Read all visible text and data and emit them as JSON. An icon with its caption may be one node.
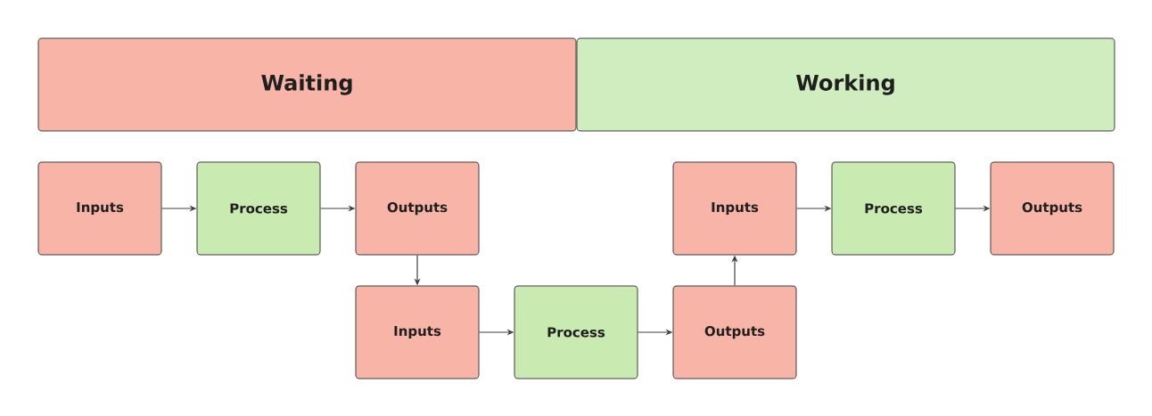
{
  "diagram": {
    "nodes": [
      {
        "text": [
          "Waiting"
        ]
      },
      {
        "text": [
          "Working"
        ]
      },
      {
        "text": [
          "Inputs"
        ]
      },
      {
        "text": [
          "Process"
        ]
      },
      {
        "text": [
          "Outputs"
        ]
      },
      {
        "text": [
          "Inputs"
        ]
      },
      {
        "text": [
          "Process"
        ]
      },
      {
        "text": [
          "Outputs"
        ]
      },
      {
        "text": [
          "Inputs"
        ]
      },
      {
        "text": [
          "Process"
        ]
      },
      {
        "text": [
          "Outputs"
        ]
      }
    ],
    "edges": [
      {
        "from": 2,
        "to": 3,
        "arrow": "to"
      },
      {
        "from": 3,
        "to": 4,
        "arrow": "to"
      },
      {
        "from": 4,
        "to": 8,
        "arrow": "to"
      },
      {
        "from": 8,
        "to": 9,
        "arrow": "to"
      },
      {
        "from": 9,
        "to": 10,
        "arrow": "to"
      },
      {
        "from": 10,
        "to": 5,
        "arrow": "to"
      },
      {
        "from": 5,
        "to": 6,
        "arrow": "to"
      },
      {
        "from": 6,
        "to": 7,
        "arrow": "to"
      }
    ]
  }
}
